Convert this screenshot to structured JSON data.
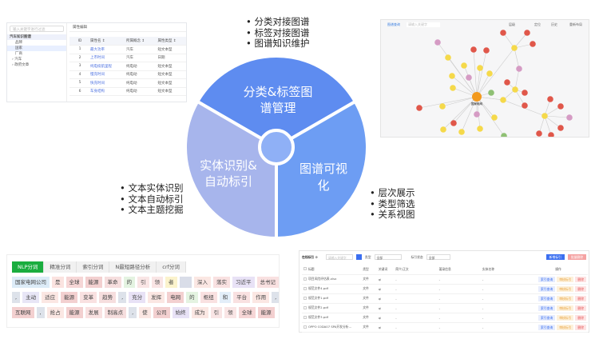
{
  "features": {
    "top_bullets": [
      "分类对接图谱",
      "标签对接图谱",
      "图谱知识维护"
    ],
    "left_bullets": [
      "文本实体识别",
      "文本自动标引",
      "文本主题挖掘"
    ],
    "right_bullets": [
      "层次展示",
      "类型筛选",
      "关系视图"
    ]
  },
  "wheel": {
    "segments": [
      {
        "label1": "分类&标签图",
        "label2": "谱管理",
        "color": "#5e8cf0"
      },
      {
        "label1": "图谱可视",
        "label2": "化",
        "color": "#6d9df3"
      },
      {
        "label1": "实体识别&",
        "label2": "自动标引",
        "color": "#a7b5ec"
      }
    ],
    "hub_color": "#8fb0f6"
  },
  "kg_panel": {
    "search_placeholder": "输入关键字进行过滤",
    "tree": [
      "汽车知识图谱",
      "品牌",
      "国家",
      "厂商",
      "› 汽车",
      "› 政府文章"
    ],
    "header": "属性编辑",
    "columns": [
      "ID",
      "属性名 ↕",
      "所属概念 ↕",
      "属性类型 ↕"
    ],
    "rows": [
      [
        "1",
        "最大功率",
        "汽车",
        "短文本型"
      ],
      [
        "2",
        "上市时间",
        "汽车",
        "日期"
      ],
      [
        "3",
        "纯电续航里程",
        "纯电动",
        "短文本型"
      ],
      [
        "4",
        "慢充时间",
        "纯电动",
        "短文本型"
      ],
      [
        "5",
        "快充时间",
        "纯电动",
        "短文本型"
      ],
      [
        "6",
        "车身结构",
        "纯电动",
        "短文本型"
      ]
    ]
  },
  "graph_panel": {
    "tab": "图谱查询",
    "search_placeholder": "请输入关键字",
    "toolbar": [
      "层级",
      "定位",
      "历史",
      "重新布局"
    ],
    "center_node": "国家电网",
    "colors": {
      "center": "#f39a1e",
      "yellow": "#f5d94a",
      "red": "#e0574a",
      "pink": "#d59bc4",
      "green": "#8fc074"
    }
  },
  "nlp_panel": {
    "tabs": [
      "NLP分词",
      "精准分词",
      "索引分词",
      "N最短路径分析",
      "crf分词"
    ],
    "rows": [
      [
        [
          "国家电网公司",
          "#dcebf7"
        ],
        [
          "是",
          "#fbe3e0"
        ],
        [
          "全球",
          "#f6d6d6"
        ],
        [
          "能源",
          "#f3d0d0"
        ],
        [
          "革命",
          "#f6dede"
        ],
        [
          "的",
          "#e4f3e1"
        ],
        [
          "引",
          "#f9e5e5"
        ],
        [
          "领",
          "#f9e5e5"
        ],
        [
          "者",
          "#fbf3cc"
        ],
        [
          "",
          "#d9dde8"
        ],
        [
          "深入",
          "#fbe7e3"
        ],
        [
          "落实",
          "#f9e1e1"
        ],
        [
          "习近平",
          "#e8e2f6"
        ],
        [
          "总书记",
          "#f9e1e1"
        ]
      ],
      [
        [
          ",",
          "#dde2ea"
        ],
        [
          "主动",
          "#e8e6f6"
        ],
        [
          "适应",
          "#fbe7e3"
        ],
        [
          "能源",
          "#f3d0d0"
        ],
        [
          "变革",
          "#f9e1e1"
        ],
        [
          "趋势",
          "#f6dede"
        ],
        [
          ",",
          "#dde2ea"
        ],
        [
          "充分",
          "#e8e2f6"
        ],
        [
          "发挥",
          "#fbe7e3"
        ],
        [
          "电网",
          "#f3d0d0"
        ],
        [
          "的",
          "#e4f3e1"
        ],
        [
          "枢纽",
          "#f9e1e1"
        ],
        [
          "和",
          "#e3eef9"
        ],
        [
          "平台",
          "#f9e1e1"
        ],
        [
          "作用",
          "#fbe7e3"
        ],
        [
          ",",
          "#dde2ea"
        ]
      ],
      [
        [
          "互联网",
          "#f3d0d0"
        ],
        [
          ",",
          "#dde2ea"
        ],
        [
          "抢占",
          "#fbe7e3"
        ],
        [
          "能源",
          "#f3d0d0"
        ],
        [
          "发展",
          "#f9e1e1"
        ],
        [
          "制高点",
          "#f6dede"
        ],
        [
          ",",
          "#dde2ea"
        ],
        [
          "使",
          "#fbe7e3"
        ],
        [
          "公司",
          "#f3d0d0"
        ],
        [
          "始终",
          "#e8e2f6"
        ],
        [
          "成为",
          "#fbe7e3"
        ],
        [
          "引",
          "#f9e5e5"
        ],
        [
          "领",
          "#f9e5e5"
        ],
        [
          "全球",
          "#f6d6d6"
        ],
        [
          "能源",
          "#f3d0d0"
        ]
      ]
    ]
  },
  "index_panel": {
    "title": "在线标引 ⚙",
    "search_placeholder": "请输入关键字",
    "type_label": "类型",
    "type_value": "全部",
    "status_label": "标引状态",
    "status_value": "全部",
    "add_button": "新增标引",
    "batch_delete_button": "批量删除",
    "columns": [
      "标题",
      "类型",
      "关键词",
      "简介/正文",
      "著录信息",
      "实体名称",
      "操作"
    ],
    "rows": [
      [
        "项目风险评估表.xlsx",
        "文件",
        "qi",
        "-",
        "-",
        "-"
      ],
      [
        "规范文件4.pdf",
        "文件",
        "qi",
        "-",
        "-",
        "-"
      ],
      [
        "规范文件1.pdf",
        "文件",
        "qi",
        "-",
        "-",
        "-"
      ],
      [
        "规范文件2.pdf",
        "文件",
        "qi",
        "-",
        "-",
        "-"
      ],
      [
        "规范文件3.pdf",
        "文件",
        "qi",
        "-",
        "-",
        "-"
      ],
      [
        "OPPO C0DA07 SPA开发分析...",
        "文件",
        "qi",
        "-",
        "-",
        "-"
      ]
    ],
    "actions": [
      "索引查询",
      "审核标引",
      "删除"
    ]
  }
}
